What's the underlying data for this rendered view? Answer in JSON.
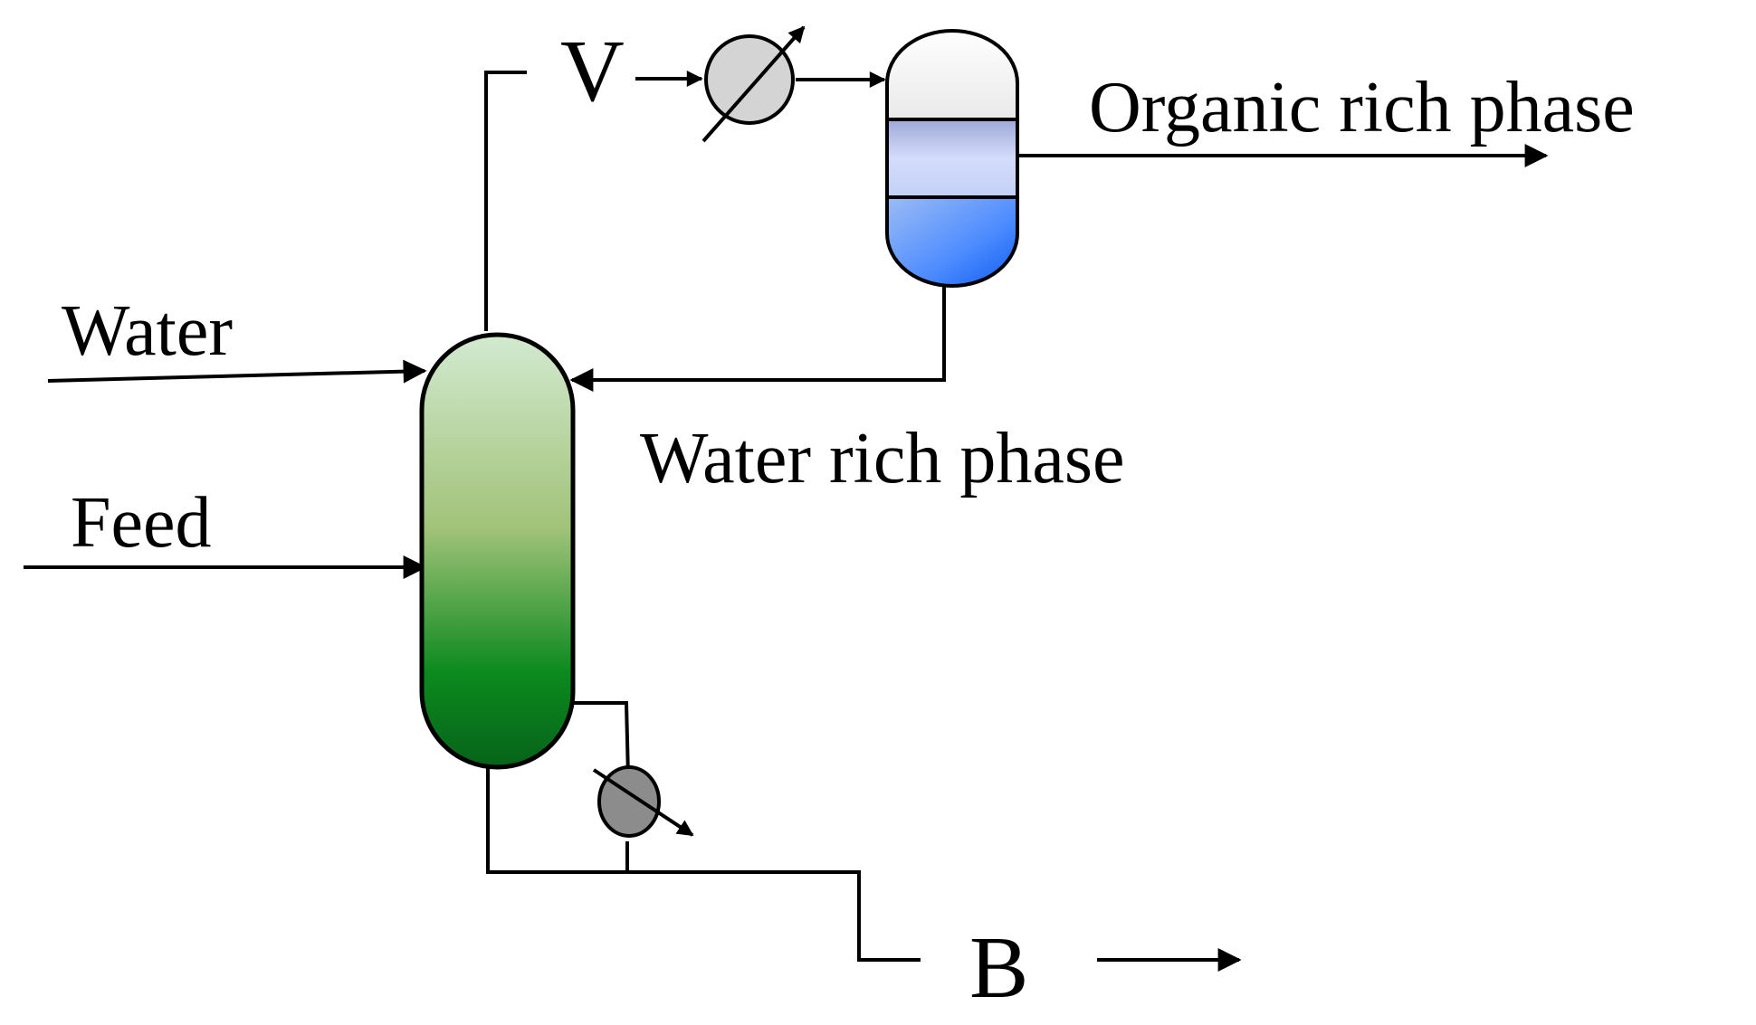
{
  "labels": {
    "vapor": "V",
    "organic_phase": "Organic rich phase",
    "water_inlet": "Water",
    "water_phase": "Water rich phase",
    "feed": "Feed",
    "bottoms": "B"
  },
  "colors": {
    "column_top": "#d3ead0",
    "column_mid": "#a0c278",
    "column_bottom": "#0a6e16",
    "decanter_top": "#f4f4f4",
    "decanter_middle": "#c8d4f4",
    "decanter_bottom": "#1a66ff",
    "condenser": "#d4d4d4",
    "reboiler": "#8c8c8c",
    "line": "#000000"
  },
  "icons": {
    "condenser": "heat-exchanger-icon",
    "reboiler": "heat-exchanger-icon"
  }
}
